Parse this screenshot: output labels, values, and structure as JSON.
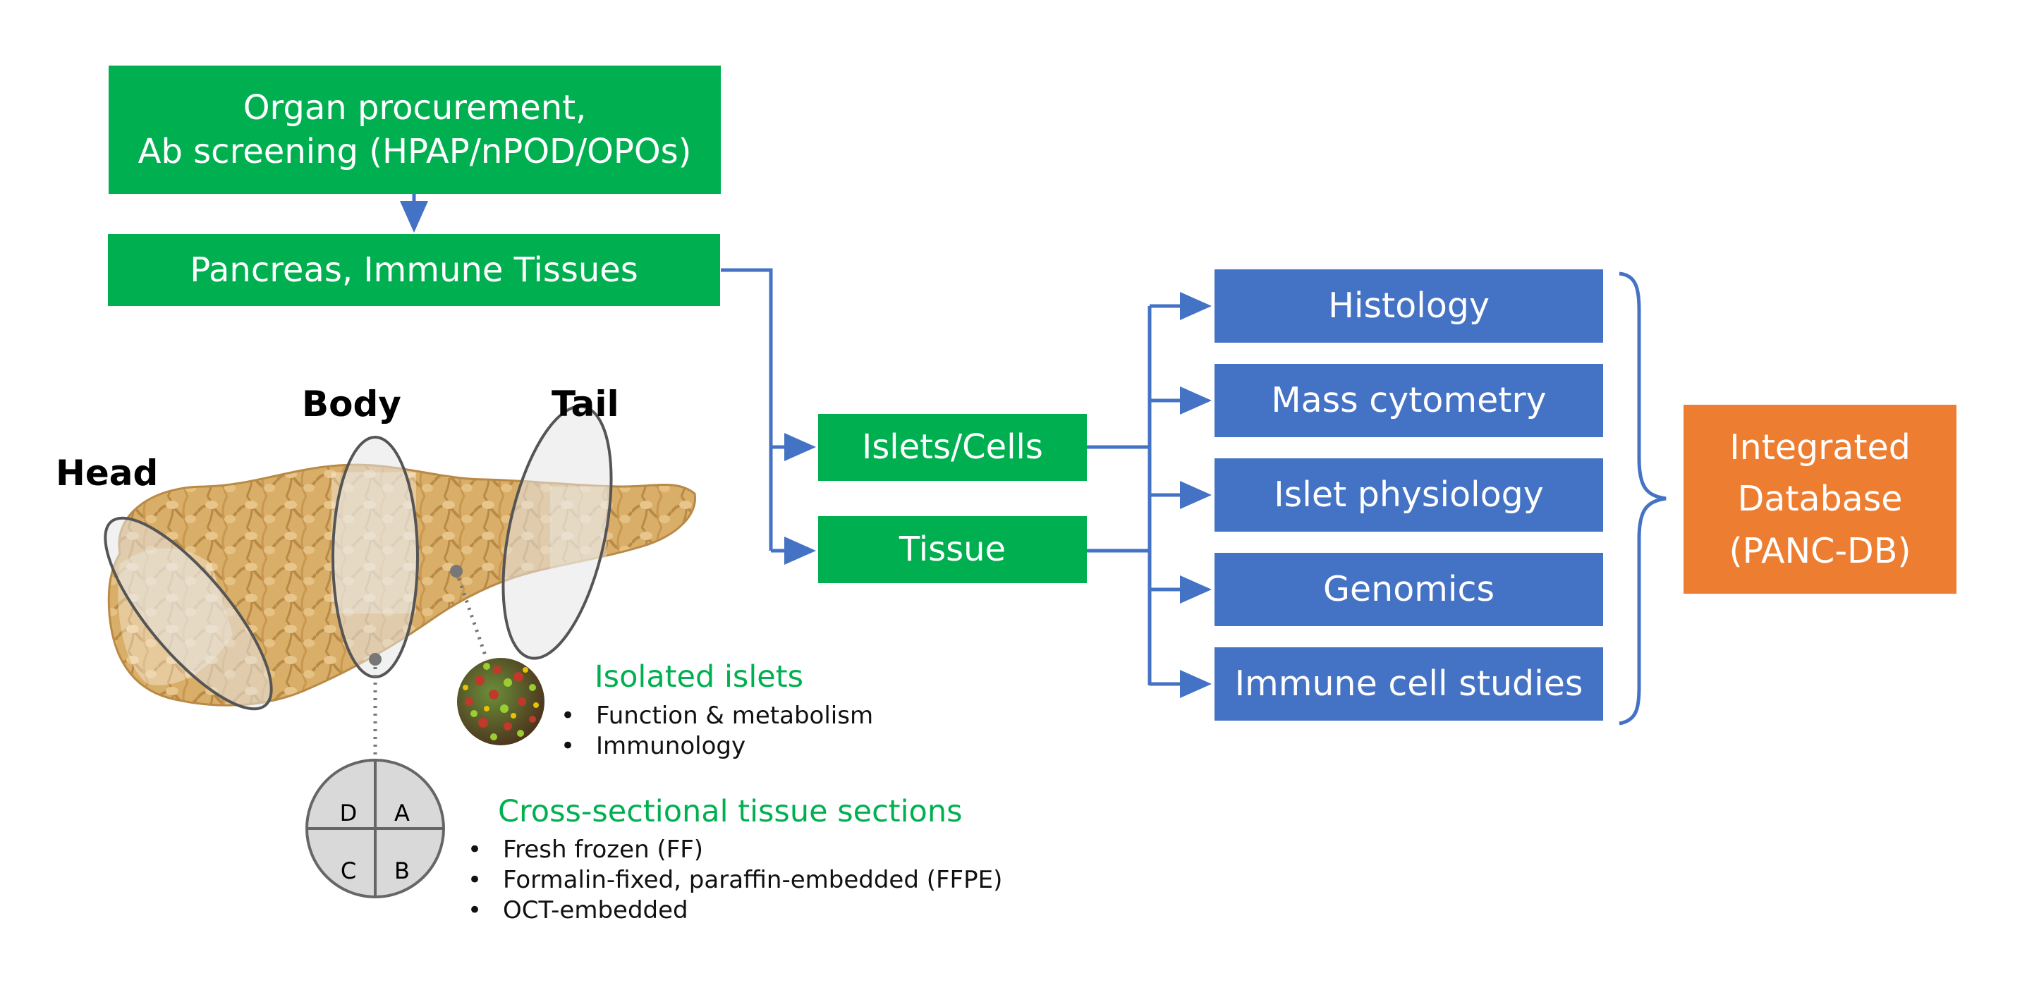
{
  "pipeline": {
    "procurement": "Organ procurement,\nAb screening (HPAP/nPOD/OPOs)",
    "tissues": "Pancreas, Immune Tissues",
    "islets_cells": "Islets/Cells",
    "tissue": "Tissue"
  },
  "assays": [
    "Histology",
    "Mass cytometry",
    "Islet physiology",
    "Genomics",
    "Immune cell studies"
  ],
  "database": "Integrated\nDatabase\n(PANC-DB)",
  "pancreas_regions": {
    "head": "Head",
    "body": "Body",
    "tail": "Tail"
  },
  "quadrants": {
    "d": "D",
    "a": "A",
    "c": "C",
    "b": "B"
  },
  "isolated_islets": {
    "title": "Isolated islets",
    "items": [
      "Function & metabolism",
      "Immunology"
    ]
  },
  "cross_sections": {
    "title": "Cross-sectional tissue sections",
    "items": [
      "Fresh frozen (FF)",
      "Formalin-fixed, paraffin-embedded (FFPE)",
      "OCT-embedded"
    ]
  },
  "colors": {
    "green": "#00b050",
    "blue": "#4472c4",
    "orange": "#ed7d31",
    "arrow": "#4472c4"
  }
}
